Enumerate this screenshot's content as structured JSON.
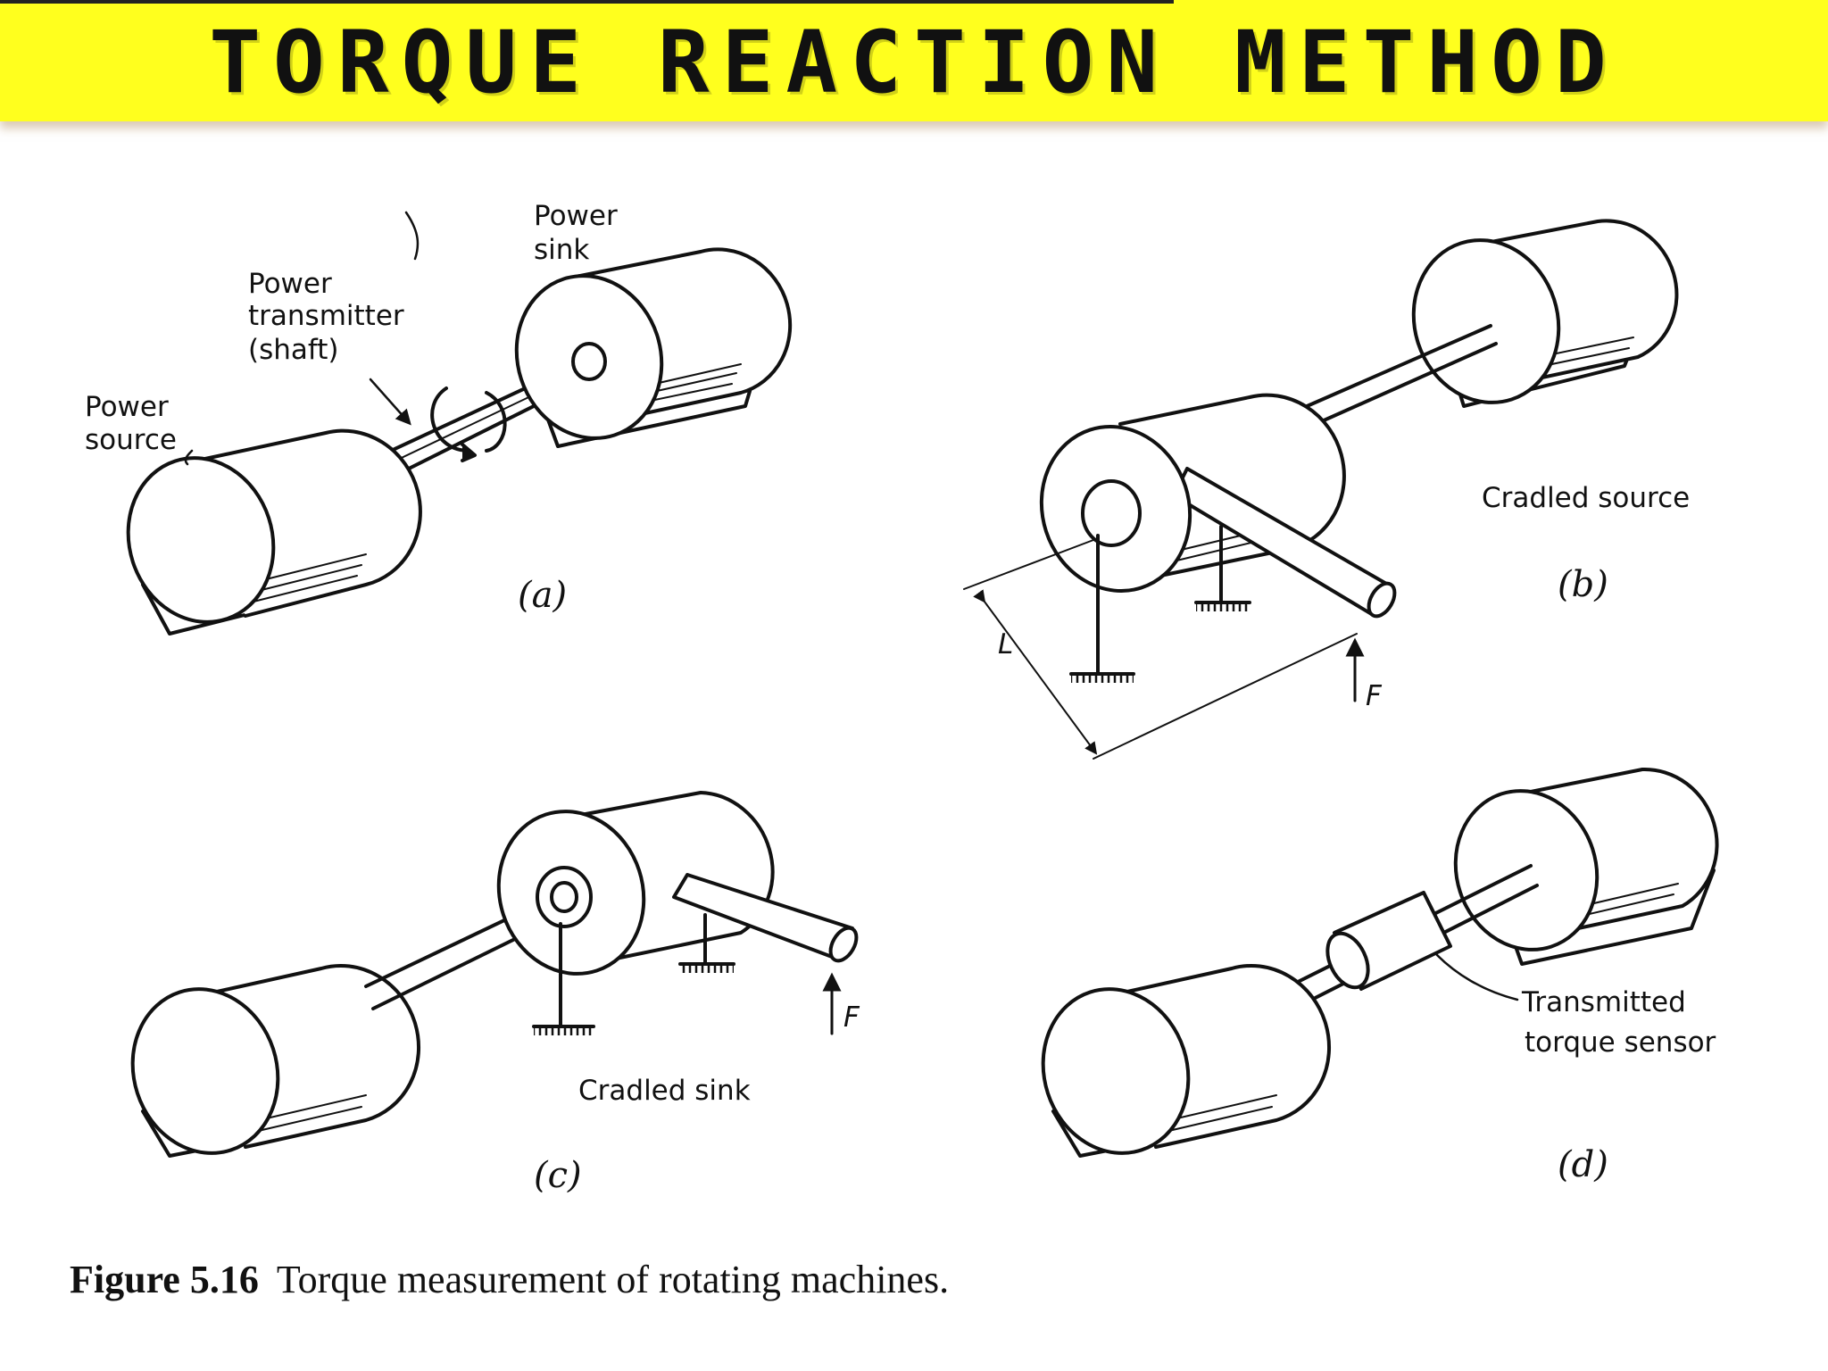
{
  "title": "TORQUE REACTION METHOD",
  "labels": {
    "power_sink": [
      "Power",
      "sink"
    ],
    "power_transmitter": [
      "Power",
      "transmitter",
      "(shaft)"
    ],
    "power_source": [
      "Power",
      "source"
    ],
    "cradled_source": "Cradled source",
    "cradled_sink": "Cradled sink",
    "torque_sensor": [
      "Transmitted",
      "torque sensor"
    ],
    "length_symbol": "L",
    "force_symbol_b": "F",
    "force_symbol_c": "F"
  },
  "panels": {
    "a": "(a)",
    "b": "(b)",
    "c": "(c)",
    "d": "(d)"
  },
  "caption": {
    "number": "Figure 5.16",
    "text": "Torque measurement of rotating machines."
  },
  "colors": {
    "title_background": "#ffff1e",
    "ink": "#111111"
  }
}
